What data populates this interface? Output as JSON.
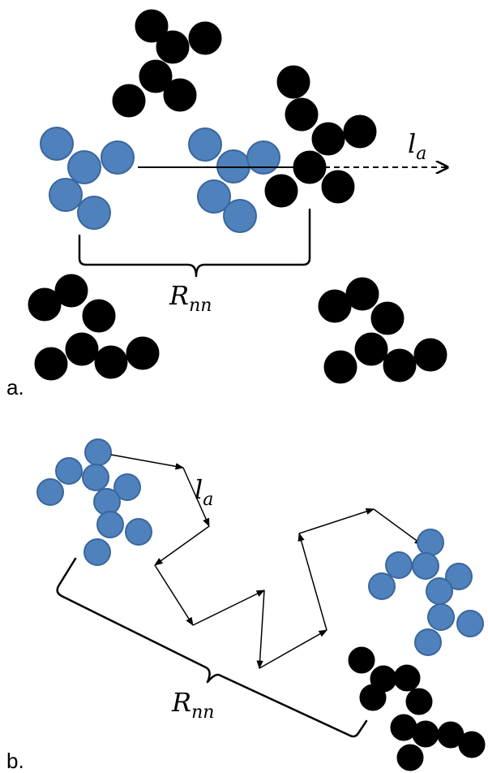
{
  "panel_a": {
    "label": "a.",
    "la_symbol": "l",
    "la_subscript": "a",
    "rnn_symbol": "R",
    "rnn_subscript": "nn",
    "particle_color_target": "#4f81bd",
    "particle_color_other": "#000000"
  },
  "panel_b": {
    "label": "b.",
    "la_symbol": "l",
    "la_subscript": "a",
    "rnn_symbol": "R",
    "rnn_subscript": "nn"
  }
}
